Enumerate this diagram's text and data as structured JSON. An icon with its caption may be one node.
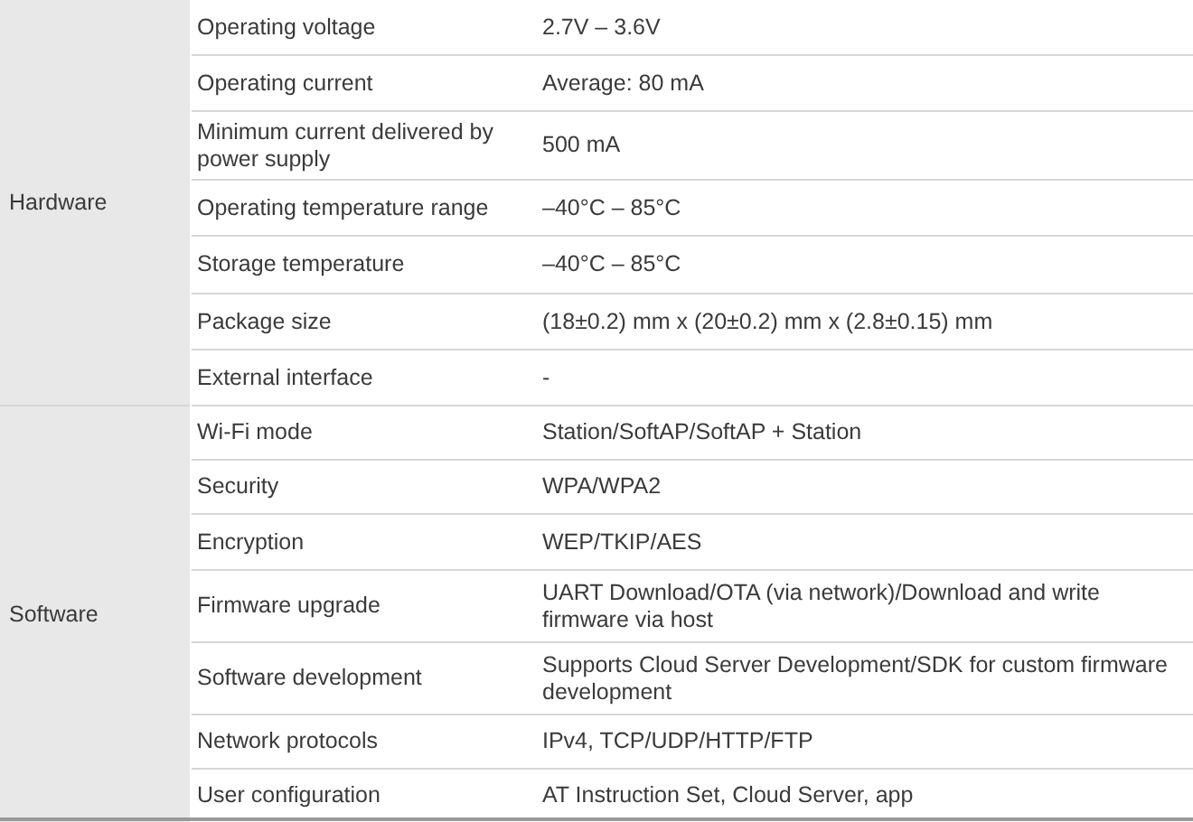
{
  "diagram": {
    "labels": [
      "Hardware",
      "Operating voltage",
      "2.7V – 3.6V",
      "Operating current",
      "Average: 80 mA",
      "Minimum current delivered by power supply",
      "500 mA",
      "Operating temperature range",
      "–40°C – 85°C",
      "Storage temperature",
      "–40°C – 85°C",
      "Package size",
      "(18±0.2) mm x (20±0.2) mm x (2.8±0.15) mm",
      "External interface",
      "-",
      "Software",
      "Wi-Fi mode",
      "Station/SoftAP/SoftAP + Station",
      "Security",
      "WPA/WPA2",
      "Encryption",
      "WEP/TKIP/AES",
      "Firmware upgrade",
      "UART Download/OTA (via network)/Download and write firmware via host",
      "Software development",
      "Supports Cloud Server Development/SDK for custom firmware development",
      "Network protocols",
      "IPv4, TCP/UDP/HTTP/FTP",
      "User configuration",
      "AT Instruction Set, Cloud Server, app"
    ]
  }
}
